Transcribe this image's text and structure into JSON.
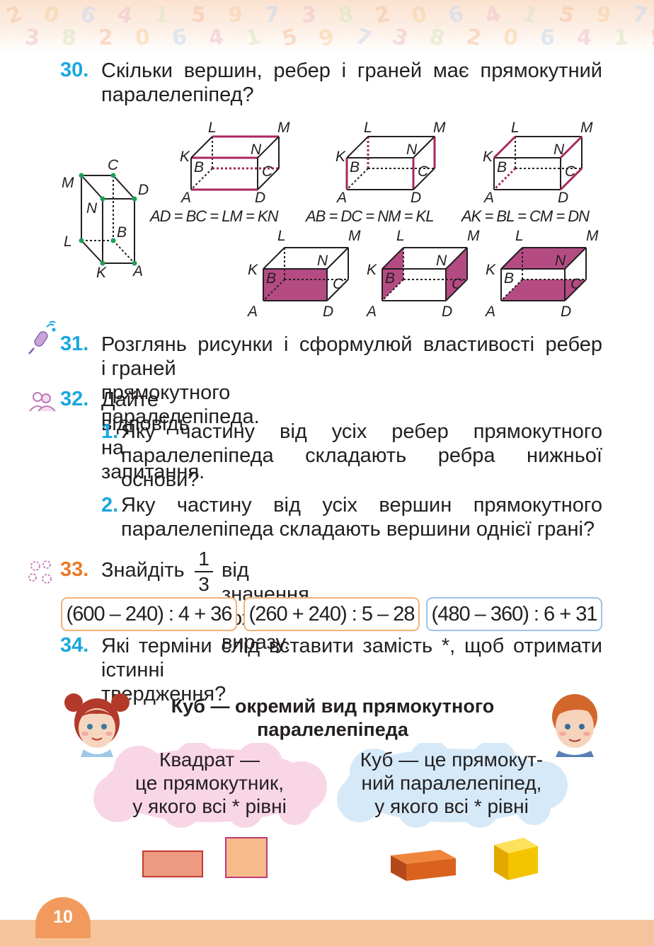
{
  "page": {
    "number": "10"
  },
  "background_digits": [
    "2",
    "0",
    "6",
    "4",
    "1",
    "5",
    "9",
    "7",
    "3",
    "8"
  ],
  "task30": {
    "number": "30.",
    "line1": "Скільки вершин, ребер і граней має прямокутний",
    "line2": "паралелепіпед?",
    "main_figure_labels": {
      "C": "C",
      "M": "M",
      "D": "D",
      "N": "N",
      "B": "B",
      "L": "L",
      "K": "K",
      "A": "A"
    },
    "box_labels": {
      "L": "L",
      "M": "M",
      "K": "K",
      "N": "N",
      "B": "B",
      "C": "C",
      "A": "A",
      "D": "D"
    },
    "equalities": [
      "AD = BC = LM = KN",
      "AB = DC = NM = KL",
      "AK = BL = CM = DN"
    ],
    "colors": {
      "highlight": "#a8275f",
      "face_fill": "#b54b83",
      "vertex": "#1f9e5a"
    }
  },
  "task31": {
    "number": "31.",
    "line1": "Розглянь рисунки і сформулюй властивості ребер",
    "line2": "і граней прямокутного паралелепіпеда.",
    "icon": "microphone-icon"
  },
  "task32": {
    "number": "32.",
    "text": "Дайте відповідь на запитання.",
    "icon": "pair-work-icon",
    "items": [
      {
        "number": "1.",
        "line1": "Яку частину від усіх ребер прямокутного",
        "line2": "паралелепіпеда складають ребра нижньої",
        "line3": "основи?"
      },
      {
        "number": "2.",
        "line1": "Яку частину від усіх вершин прямокутного",
        "line2": "паралелепіпеда складають вершини однієї грані?"
      }
    ]
  },
  "task33": {
    "number": "33.",
    "before": "Знайдіть",
    "fraction": {
      "numerator": "1",
      "denominator": "3"
    },
    "after": "від значення кожного виразу.",
    "icon": "group-work-icon",
    "expressions": [
      "(600 – 240) : 4 + 36",
      "(260 + 240) : 5 – 28",
      "(480 – 360) : 6 + 31"
    ],
    "colors": {
      "box1": "#f0b27a",
      "box2": "#f0b27a",
      "box3": "#9cc3ea"
    }
  },
  "task34": {
    "number": "34.",
    "line1": "Які терміни слід вставити замість *, щоб отримати",
    "line2": "істинні твердження?",
    "heading_line1": "Куб — окремий вид прямокутного",
    "heading_line2": "паралелепіпеда",
    "cloud_left": [
      "Квадрат —",
      "це прямокутник,",
      "у якого всі * рівні"
    ],
    "cloud_right": [
      "Куб — це прямокут-",
      "ний паралелепіпед,",
      "у якого всі * рівні"
    ],
    "colors": {
      "cloud_left": "#f9d6e6",
      "cloud_right": "#d5e9f8",
      "rectangle": "#ee9b82",
      "square": "#f6bb8a",
      "brick": "#d9621f",
      "cube": "#f5c400"
    }
  }
}
